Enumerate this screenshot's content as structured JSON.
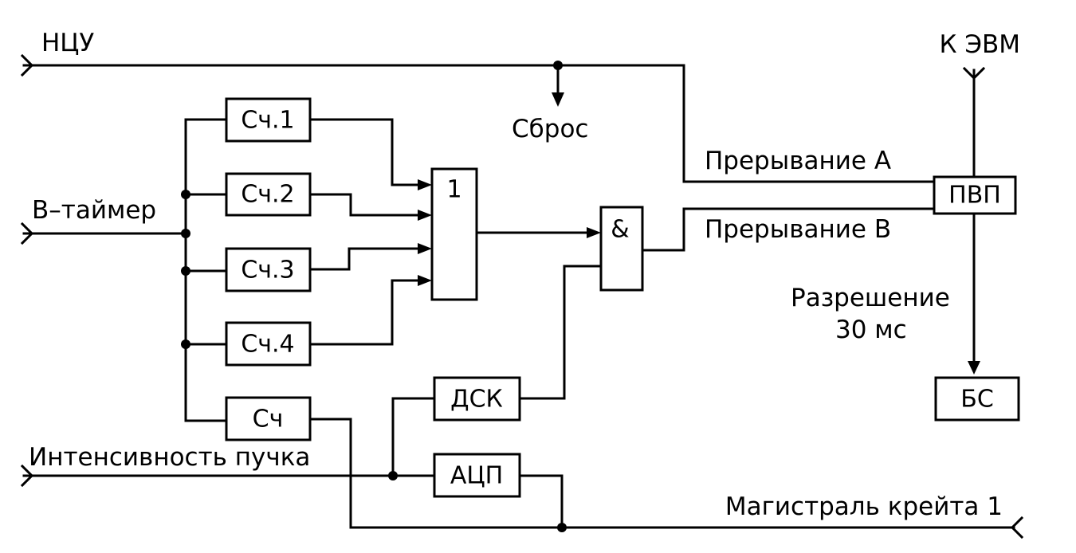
{
  "labels": {
    "ncu": "НЦУ",
    "k_evm": "К ЭВМ",
    "sbros": "Сброс",
    "interrupt_a": "Прерывание A",
    "interrupt_b": "Прерывание B",
    "permission_line1": "Разрешение",
    "permission_line2": "30 мс",
    "b_timer": "B–таймер",
    "beam_intensity": "Интенсивность пучка",
    "crate_bus": "Магистраль крейта 1"
  },
  "blocks": {
    "sch1": "Сч.1",
    "sch2": "Сч.2",
    "sch3": "Сч.3",
    "sch4": "Сч.4",
    "sch": "Сч",
    "or_gate": "1",
    "and_gate": "&",
    "dsk": "ДСК",
    "adc": "АЦП",
    "pvp": "ПВП",
    "bs": "БС"
  }
}
